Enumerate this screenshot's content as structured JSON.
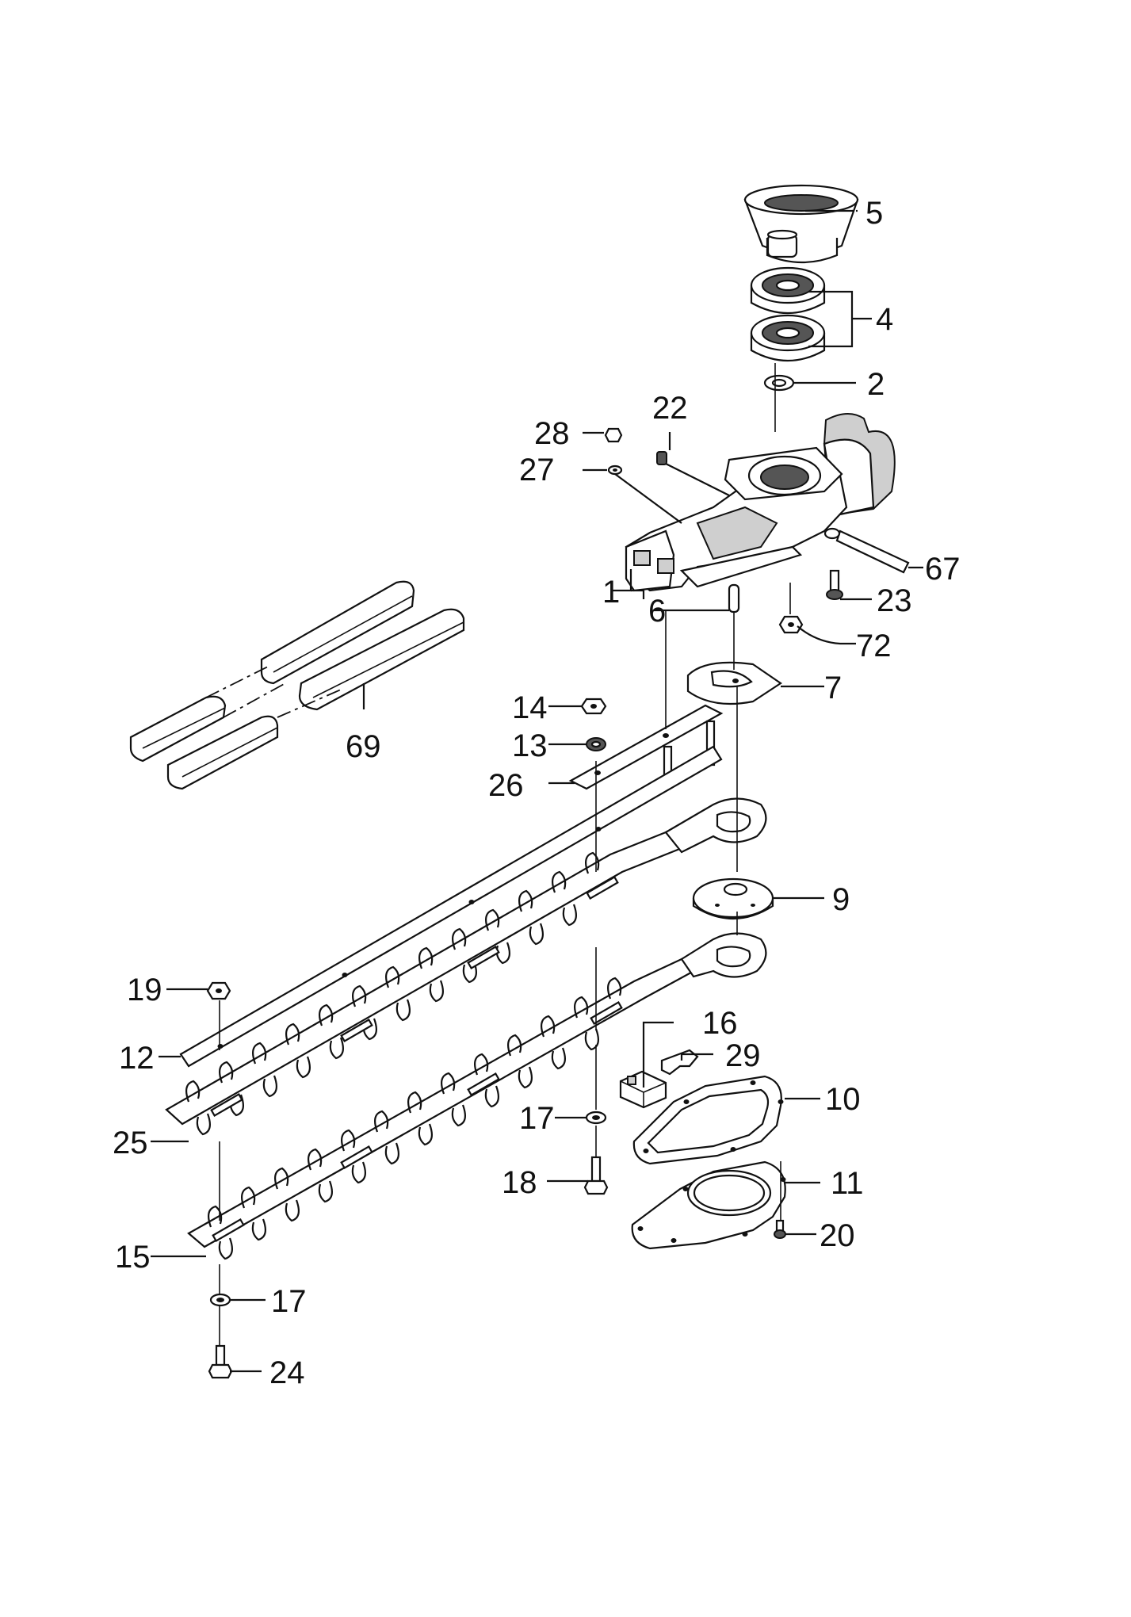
{
  "diagram": {
    "labels": {
      "p1": "1",
      "p2": "2",
      "p4": "4",
      "p5": "5",
      "p6": "6",
      "p7": "7",
      "p9": "9",
      "p10": "10",
      "p11": "11",
      "p12": "12",
      "p13": "13",
      "p14": "14",
      "p15": "15",
      "p16": "16",
      "p17a": "17",
      "p17b": "17",
      "p18": "18",
      "p19": "19",
      "p20": "20",
      "p22": "22",
      "p23": "23",
      "p24": "24",
      "p25": "25",
      "p26": "26",
      "p27": "27",
      "p28": "28",
      "p29": "29",
      "p67": "67",
      "p69": "69",
      "p72": "72"
    }
  }
}
